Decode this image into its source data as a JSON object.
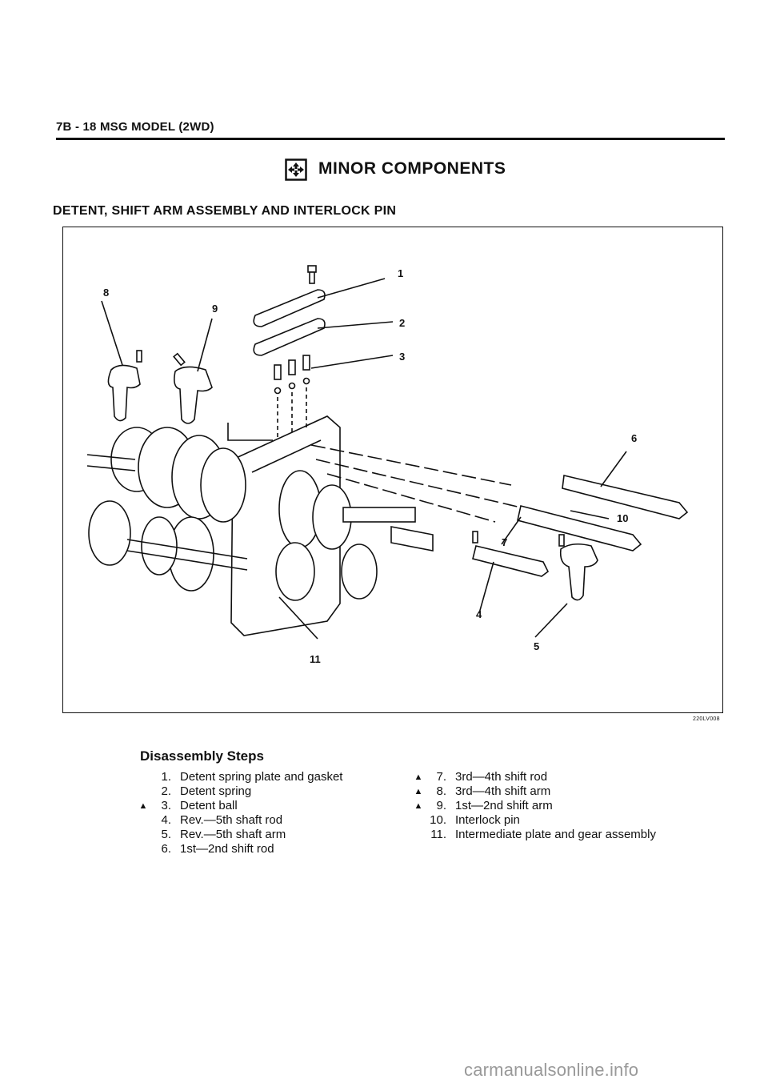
{
  "header": {
    "text": "7B - 18 MSG MODEL (2WD)"
  },
  "section": {
    "title": "MINOR COMPONENTS",
    "icon": "disassembly-arrows-icon"
  },
  "subtitle": "DETENT, SHIFT ARM ASSEMBLY AND INTERLOCK PIN",
  "figure": {
    "callouts": [
      "1",
      "2",
      "3",
      "4",
      "5",
      "6",
      "7",
      "8",
      "9",
      "10",
      "11"
    ],
    "code": "220LV008"
  },
  "steps": {
    "title": "Disassembly Steps",
    "marker": "▲",
    "left": [
      {
        "num": "1.",
        "text": "Detent spring plate and gasket",
        "marked": false
      },
      {
        "num": "2.",
        "text": "Detent spring",
        "marked": false
      },
      {
        "num": "3.",
        "text": "Detent ball",
        "marked": true
      },
      {
        "num": "4.",
        "text": "Rev.—5th shaft rod",
        "marked": false
      },
      {
        "num": "5.",
        "text": "Rev.—5th shaft arm",
        "marked": false
      },
      {
        "num": "6.",
        "text": "1st—2nd shift rod",
        "marked": false
      }
    ],
    "right": [
      {
        "num": "7.",
        "text": "3rd—4th shift rod",
        "marked": true
      },
      {
        "num": "8.",
        "text": "3rd—4th shift arm",
        "marked": true
      },
      {
        "num": "9.",
        "text": "1st—2nd shift arm",
        "marked": true
      },
      {
        "num": "10.",
        "text": "Interlock pin",
        "marked": false
      },
      {
        "num": "11.",
        "text": "Intermediate plate and gear assembly",
        "marked": false
      }
    ]
  },
  "watermark": "carmanualsonline.info"
}
